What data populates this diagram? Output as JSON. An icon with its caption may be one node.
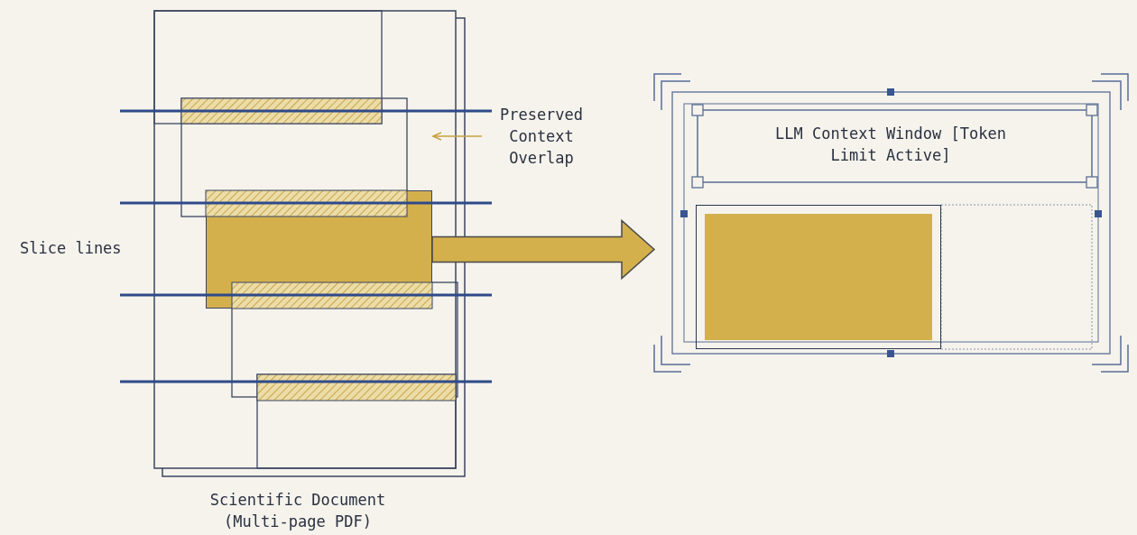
{
  "diagram": {
    "nodes": [
      {
        "text": [
          "Scientific Document (Multi-page PDF)"
        ]
      },
      {
        "text": [],
        "shape": "box",
        "in": 0
      },
      {
        "text": [
          "LLM Context Window [Token Limit Active]"
        ]
      },
      {
        "text": [],
        "shape": "box",
        "in": 2
      },
      {
        "text": [
          "Preserved Context Overlap"
        ]
      }
    ],
    "edges": [
      {
        "from": 1,
        "to": 2,
        "arrow": "to",
        "style": "thick"
      },
      {
        "from": 4,
        "to": 1,
        "arrow": "to"
      }
    ],
    "labels": [
      "Slice lines"
    ]
  }
}
